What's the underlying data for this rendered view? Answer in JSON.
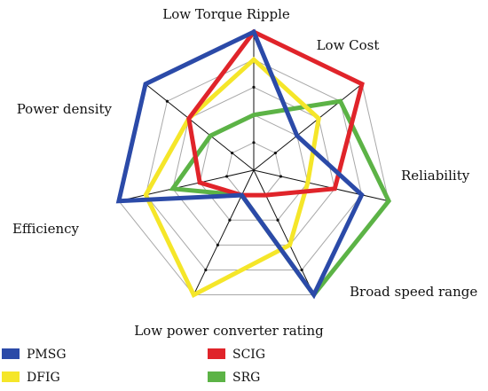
{
  "chart_data": {
    "type": "radar",
    "axes": [
      "Low Torque Ripple",
      "Low Cost",
      "Reliability",
      "Broad speed range",
      "Low power converter rating",
      "Efficiency",
      "Power density"
    ],
    "range": [
      0,
      5
    ],
    "rings": 5,
    "grid": true,
    "legend_position": "bottom-left",
    "series": [
      {
        "name": "PMSG",
        "color": "#2b4aa8",
        "values": [
          5,
          2,
          4,
          5,
          1,
          5,
          5
        ]
      },
      {
        "name": "SCIG",
        "color": "#e0242a",
        "values": [
          5,
          5,
          3,
          1,
          1,
          2,
          3
        ]
      },
      {
        "name": "DFIG",
        "color": "#f5e629",
        "values": [
          4,
          3,
          2,
          3,
          5,
          4,
          3
        ]
      },
      {
        "name": "SRG",
        "color": "#5cb346",
        "values": [
          2,
          4,
          5,
          5,
          1,
          3,
          2
        ]
      }
    ],
    "legend_order": [
      "PMSG",
      "SCIG",
      "DFIG",
      "SRG"
    ]
  }
}
